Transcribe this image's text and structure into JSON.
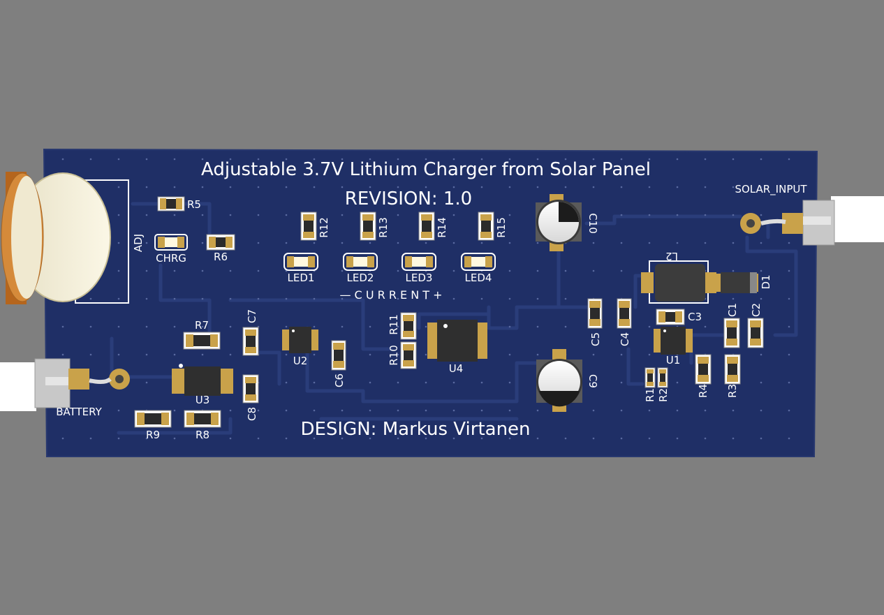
{
  "board": {
    "title": "Adjustable 3.7V Lithium Charger from Solar Panel",
    "revision": "REVISION: 1.0",
    "design": "DESIGN: Markus Virtanen",
    "current_label": "— C U R R E N T +",
    "colors": {
      "background": "#7f7f7f",
      "pcb": "#1f2f66",
      "trace": "#2a3d7a",
      "silkscreen": "#ffffff",
      "pad": "#c9a24a",
      "body": "#2b2b2b"
    }
  },
  "labels": {
    "adj": "ADJ",
    "chrg": "CHRG",
    "solar_input": "SOLAR_INPUT",
    "battery": "BATTERY",
    "r5": "R5",
    "r6": "R6",
    "r7": "R7",
    "r8": "R8",
    "r9": "R9",
    "r10": "R10",
    "r11": "R11",
    "r12": "R12",
    "r13": "R13",
    "r14": "R14",
    "r15": "R15",
    "r1": "R1",
    "r2": "R2",
    "r3": "R3",
    "r4": "R4",
    "c1": "C1",
    "c2": "C2",
    "c3": "C3",
    "c4": "C4",
    "c5": "C5",
    "c6": "C6",
    "c7": "C7",
    "c8": "C8",
    "c9": "C9",
    "c10": "C10",
    "u1": "U1",
    "u2": "U2",
    "u3": "U3",
    "u4": "U4",
    "l2": "L2",
    "d1": "D1",
    "led1": "LED1",
    "led2": "LED2",
    "led3": "LED3",
    "led4": "LED4"
  }
}
